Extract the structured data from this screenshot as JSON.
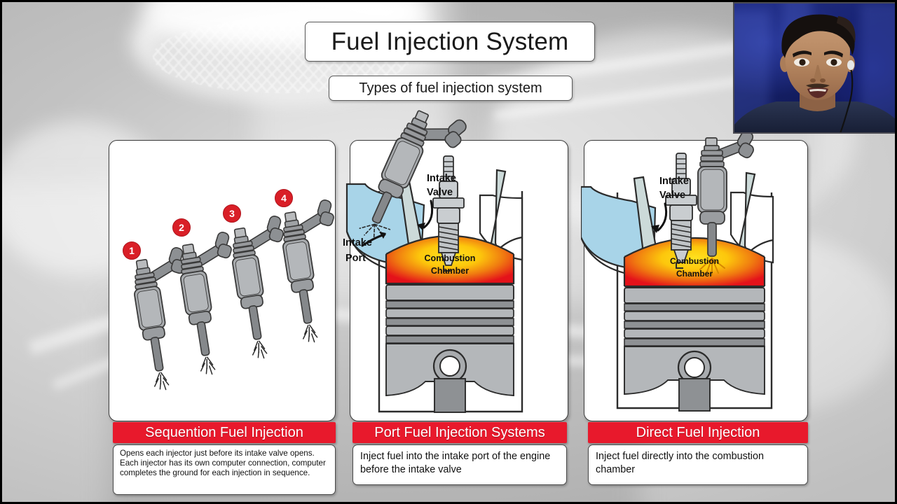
{
  "slide": {
    "title": "Fuel Injection System",
    "subtitle": "Types of fuel injection system",
    "background_image": "faded-engine-photo",
    "accent_red": "#E8192C",
    "panel_background": "#FFFFFF",
    "intake_blue": "#A8D4E8"
  },
  "panels": [
    {
      "id": "sequential",
      "caption": "Sequention Fuel Injection",
      "description": "Opens each injector just before its intake valve opens. Each injector has its own computer connection, computer completes the ground for each injection in sequence.",
      "diagram": "four-fuel-injectors-with-spray",
      "injector_badges": [
        "1",
        "2",
        "3",
        "4"
      ]
    },
    {
      "id": "port",
      "caption": "Port Fuel Injection Systems",
      "description": "Inject fuel into the intake port of the engine before the intake valve",
      "diagram": "cylinder-cutaway-port-injection",
      "labels": [
        "Intake Valve",
        "Intake Port",
        "Combustion Chamber"
      ]
    },
    {
      "id": "direct",
      "caption": "Direct Fuel Injection",
      "description": "Inject fuel directly into the combustion chamber",
      "diagram": "cylinder-cutaway-direct-injection",
      "labels": [
        "Intake Valve",
        "Combustion Chamber"
      ]
    }
  ],
  "webcam": {
    "present": true,
    "description": "presenter-video-feed",
    "background_color": "#1A2580"
  }
}
